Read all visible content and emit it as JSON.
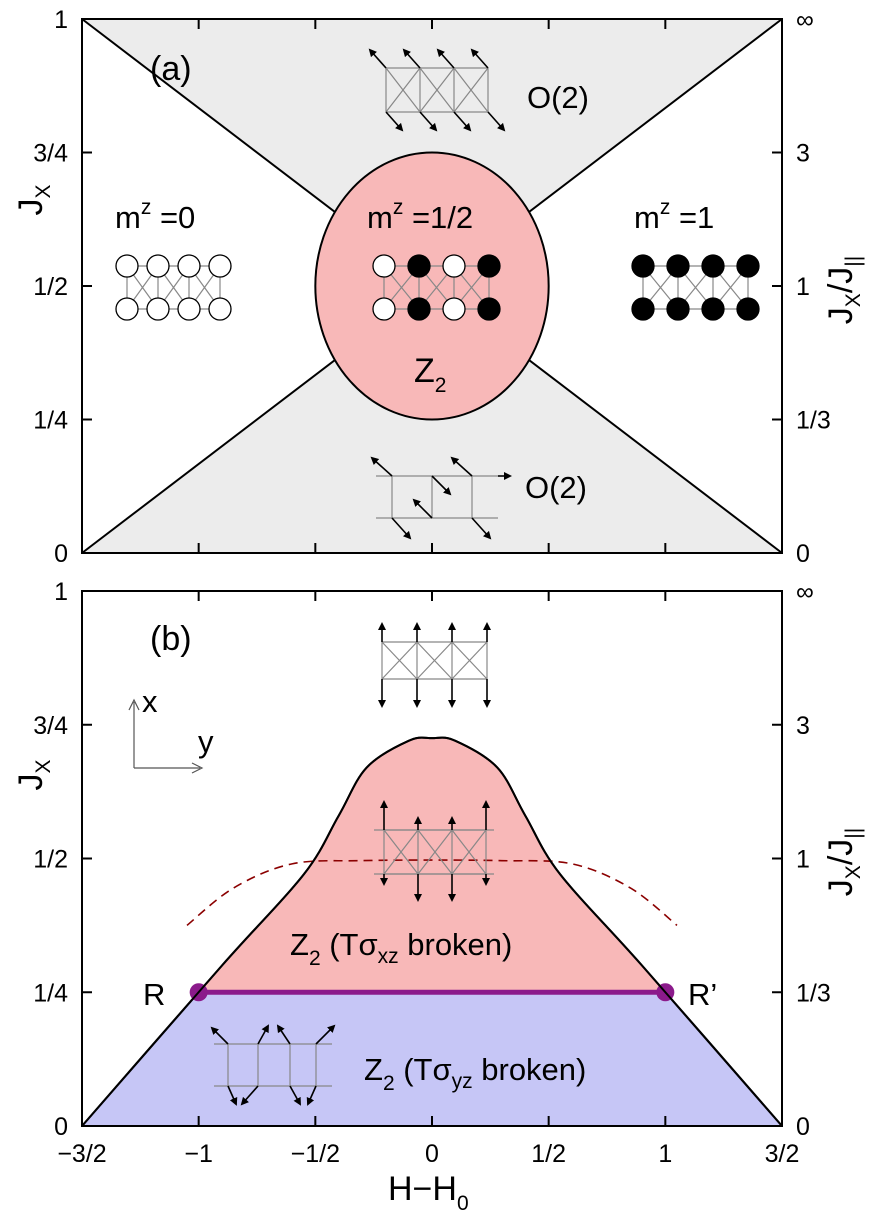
{
  "chart_data": [
    {
      "type": "phase-diagram",
      "panel_label": "(a)",
      "xlim": [
        -1.5,
        1.5
      ],
      "ylim": [
        0,
        1
      ],
      "y_ticks": [
        {
          "value": 0,
          "label": "0"
        },
        {
          "value": 0.25,
          "label": "1/4"
        },
        {
          "value": 0.5,
          "label": "1/2"
        },
        {
          "value": 0.75,
          "label": "3/4"
        },
        {
          "value": 1,
          "label": "1"
        }
      ],
      "y2_ticks": [
        {
          "value": 0,
          "label": "0"
        },
        {
          "value": 0.25,
          "label": "1/3"
        },
        {
          "value": 0.5,
          "label": "1"
        },
        {
          "value": 0.75,
          "label": "3"
        },
        {
          "value": 1,
          "label": "∞"
        }
      ],
      "ylabel": "J",
      "ylabel_sub": "X",
      "y2label": "J",
      "y2label_sub1": "X",
      "y2label_mid": "/J",
      "y2label_sub2": "||",
      "boundaries": [
        {
          "from": [
            -1.5,
            0
          ],
          "to": [
            1.5,
            1
          ]
        },
        {
          "from": [
            -1.5,
            1
          ],
          "to": [
            1.5,
            0
          ]
        }
      ],
      "ellipse": {
        "center": [
          0,
          0.5
        ],
        "rx": 0.5,
        "ry": 0.25
      },
      "regions": [
        {
          "name": "m^z = 0",
          "base": "m",
          "sup": "z",
          "tail": " =0",
          "color": "#ffffff"
        },
        {
          "name": "m^z = 1/2",
          "base": "m",
          "sup": "z",
          "tail": " =1/2",
          "color": "#f8b8b8"
        },
        {
          "name": "m^z = 1",
          "base": "m",
          "sup": "z",
          "tail": " =1",
          "color": "#ffffff"
        },
        {
          "name": "O(2) upper",
          "label": "O(2)",
          "color": "#ececec"
        },
        {
          "name": "O(2) lower",
          "label": "O(2)",
          "color": "#ececec"
        },
        {
          "name": "Z2",
          "base": "Z",
          "sub": "2",
          "color": "#f8b8b8"
        }
      ]
    },
    {
      "type": "phase-diagram",
      "panel_label": "(b)",
      "xlim": [
        -1.5,
        1.5
      ],
      "ylim": [
        0,
        1
      ],
      "x_ticks": [
        {
          "value": -1.5,
          "label": "−3/2"
        },
        {
          "value": -1,
          "label": "−1"
        },
        {
          "value": -0.5,
          "label": "−1/2"
        },
        {
          "value": 0,
          "label": "0"
        },
        {
          "value": 0.5,
          "label": "1/2"
        },
        {
          "value": 1,
          "label": "1"
        },
        {
          "value": 1.5,
          "label": "3/2"
        }
      ],
      "xlabel": "H−H",
      "xlabel_sub": "0",
      "y_ticks": [
        {
          "value": 0,
          "label": "0"
        },
        {
          "value": 0.25,
          "label": "1/4"
        },
        {
          "value": 0.5,
          "label": "1/2"
        },
        {
          "value": 0.75,
          "label": "3/4"
        },
        {
          "value": 1,
          "label": "1"
        }
      ],
      "y2_ticks": [
        {
          "value": 0,
          "label": "0"
        },
        {
          "value": 0.25,
          "label": "1/3"
        },
        {
          "value": 0.5,
          "label": "1"
        },
        {
          "value": 0.75,
          "label": "3"
        },
        {
          "value": 1,
          "label": "∞"
        }
      ],
      "ylabel": "J",
      "ylabel_sub": "X",
      "y2label": "J",
      "y2label_sub1": "X",
      "y2label_mid": "/J",
      "y2label_sub2": "||",
      "dome": [
        [
          -1.5,
          0
        ],
        [
          -0.9,
          0.3
        ],
        [
          -0.55,
          0.47
        ],
        [
          -0.4,
          0.58
        ],
        [
          -0.28,
          0.67
        ],
        [
          -0.1,
          0.72
        ],
        [
          0,
          0.725
        ],
        [
          0.1,
          0.72
        ],
        [
          0.28,
          0.67
        ],
        [
          0.4,
          0.58
        ],
        [
          0.55,
          0.47
        ],
        [
          0.9,
          0.3
        ],
        [
          1.5,
          0
        ]
      ],
      "dashed_crossover": [
        [
          -1.05,
          0.375
        ],
        [
          -0.85,
          0.445
        ],
        [
          -0.6,
          0.49
        ],
        [
          -0.3,
          0.496
        ],
        [
          0,
          0.497
        ],
        [
          0.3,
          0.496
        ],
        [
          0.6,
          0.49
        ],
        [
          0.85,
          0.445
        ],
        [
          1.05,
          0.375
        ]
      ],
      "purple_line": {
        "from": [
          -1,
          0.25
        ],
        "to": [
          1,
          0.25
        ],
        "color": "#8b1a8b"
      },
      "points": [
        {
          "label": "R",
          "x": -1,
          "y": 0.25
        },
        {
          "label": "R’",
          "x": 1,
          "y": 0.25
        }
      ],
      "regions": [
        {
          "name": "upper",
          "color": "#ffffff"
        },
        {
          "name": "Z2 (Tσxz broken)",
          "base": "Z",
          "sub": "2",
          "paren_open": " (T",
          "sigma": "σ",
          "sigma_sub": "xz",
          "tail": " broken)",
          "color": "#f8b8b8"
        },
        {
          "name": "Z2 (Tσyz broken)",
          "base": "Z",
          "sub": "2",
          "paren_open": " (T",
          "sigma": "σ",
          "sigma_sub": "yz",
          "tail": " broken)",
          "color": "#c6c6f6"
        }
      ],
      "axes_inset": {
        "x": "x",
        "y": "y"
      }
    }
  ],
  "colors": {
    "gray": "#ececec",
    "pink": "#f8b8b8",
    "blue": "#c6c6f6",
    "purple": "#8b1a8b",
    "dashed": "#8b0000"
  }
}
